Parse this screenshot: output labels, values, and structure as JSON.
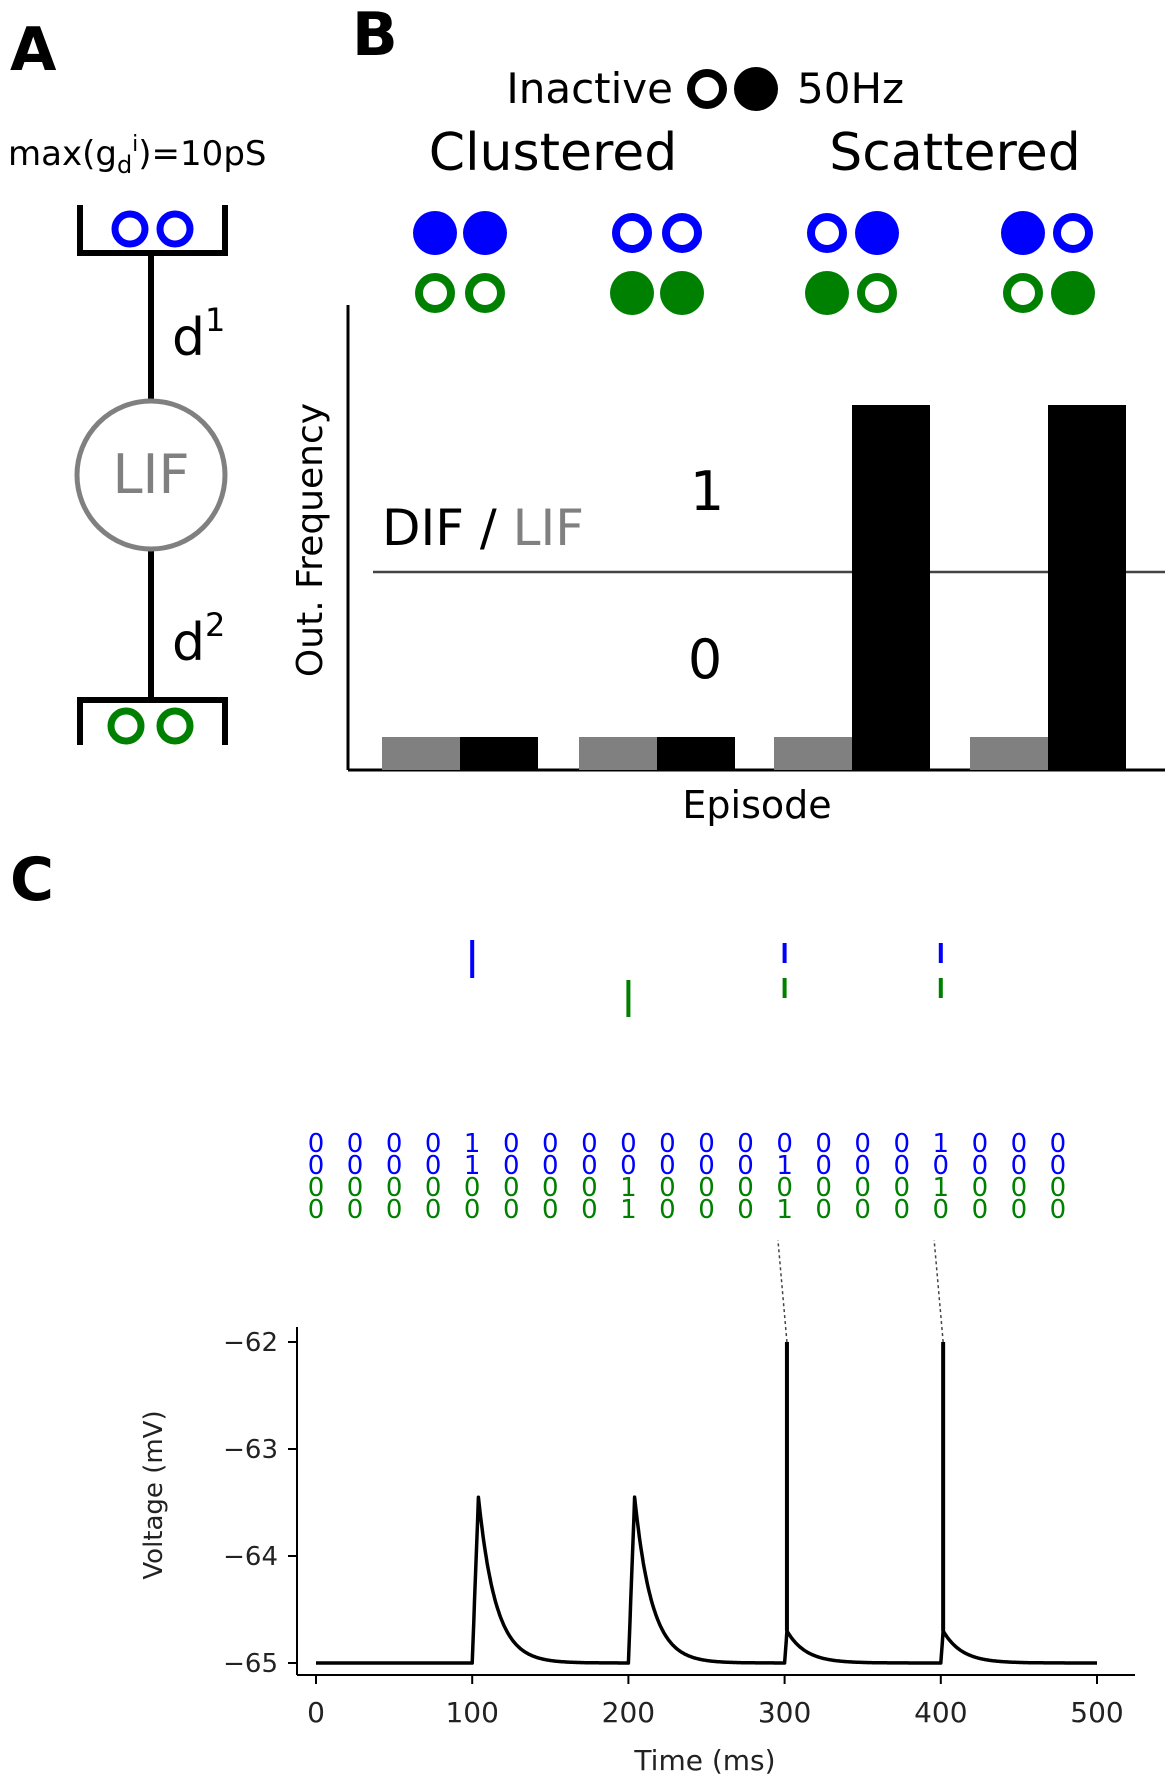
{
  "panels": {
    "a": "A",
    "b": "B",
    "c": "C"
  },
  "panel_a": {
    "max_label_prefix": "max(g",
    "max_label_sub": "d",
    "max_label_sup": "i",
    "max_label_suffix": ")=10pS",
    "neuron_label": "LIF",
    "d1_base": "d",
    "d1_sup": "1",
    "d2_base": "d",
    "d2_sup": "2"
  },
  "panel_b_legend": {
    "inactive": "Inactive",
    "active": "50Hz"
  },
  "colors": {
    "blue": "#0000ff",
    "green": "#008000",
    "gray": "#808080",
    "dif_bar": "#000000",
    "lif_bar": "#808080"
  },
  "chart_data": [
    {
      "type": "bar",
      "group_titles": [
        "Clustered",
        "Scattered"
      ],
      "xlabel": "Episode",
      "ylabel": "Out. Frequency",
      "series": [
        {
          "name": "DIF",
          "values": [
            0,
            0,
            1,
            1
          ]
        },
        {
          "name": "LIF",
          "values": [
            0,
            0,
            0,
            0
          ]
        }
      ],
      "legend_dif": "DIF",
      "legend_sep": " / ",
      "legend_lif": "LIF",
      "threshold_labels": [
        "1",
        "0"
      ],
      "ylim": [
        0,
        1.1
      ],
      "episode_patterns": [
        {
          "blue": [
            1,
            1
          ],
          "green": [
            0,
            0
          ]
        },
        {
          "blue": [
            0,
            0
          ],
          "green": [
            1,
            1
          ]
        },
        {
          "blue": [
            0,
            1
          ],
          "green": [
            1,
            0
          ]
        },
        {
          "blue": [
            1,
            0
          ],
          "green": [
            0,
            1
          ]
        }
      ]
    },
    {
      "type": "line",
      "xlabel": "Time (ms)",
      "ylabel": "Voltage (mV)",
      "xlim": [
        0,
        500
      ],
      "ylim": [
        -65,
        -62
      ],
      "x_ticks": [
        "0",
        "100",
        "200",
        "300",
        "400",
        "500"
      ],
      "y_ticks": [
        "−65",
        "−64",
        "−63",
        "−62"
      ],
      "baseline": -65,
      "events": [
        {
          "t": 100,
          "peak": -63.45,
          "kind": "psp"
        },
        {
          "t": 200,
          "peak": -63.45,
          "kind": "psp"
        },
        {
          "t": 300,
          "peak": -62,
          "kind": "spike"
        },
        {
          "t": 400,
          "peak": -62,
          "kind": "spike"
        }
      ],
      "binary_rows": [
        {
          "color": "blue",
          "values": [
            0,
            0,
            0,
            0,
            1,
            0,
            0,
            0,
            0,
            0,
            0,
            0,
            0,
            0,
            0,
            0,
            1,
            0,
            0,
            0
          ]
        },
        {
          "color": "blue",
          "values": [
            0,
            0,
            0,
            0,
            1,
            0,
            0,
            0,
            0,
            0,
            0,
            0,
            1,
            0,
            0,
            0,
            0,
            0,
            0,
            0
          ]
        },
        {
          "color": "green",
          "values": [
            0,
            0,
            0,
            0,
            0,
            0,
            0,
            0,
            1,
            0,
            0,
            0,
            0,
            0,
            0,
            0,
            1,
            0,
            0,
            0
          ]
        },
        {
          "color": "green",
          "values": [
            0,
            0,
            0,
            0,
            0,
            0,
            0,
            0,
            1,
            0,
            0,
            0,
            1,
            0,
            0,
            0,
            0,
            0,
            0,
            0
          ]
        }
      ],
      "raster": [
        {
          "t": 100,
          "blue": true,
          "green": false,
          "split": false
        },
        {
          "t": 200,
          "blue": false,
          "green": true,
          "split": false
        },
        {
          "t": 300,
          "blue": true,
          "green": true,
          "split": true
        },
        {
          "t": 400,
          "blue": true,
          "green": true,
          "split": true
        }
      ]
    }
  ]
}
